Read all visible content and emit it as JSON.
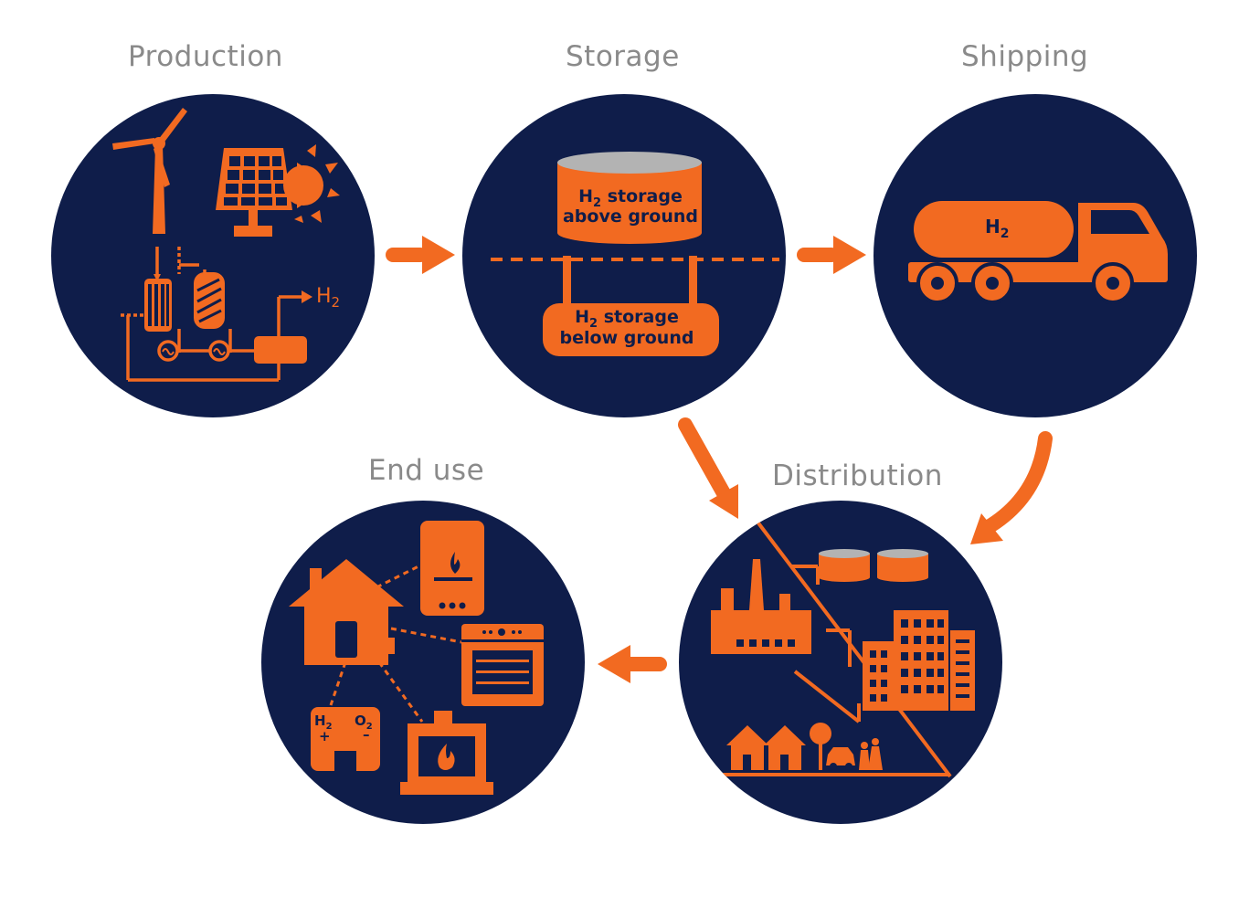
{
  "stages": {
    "production": {
      "title": "Production",
      "output_label": "H2"
    },
    "storage": {
      "title": "Storage",
      "above": {
        "line1_sym": "H",
        "line1_sub": "2",
        "line1_rest": " storage",
        "line2": "above ground"
      },
      "below": {
        "line1_sym": "H",
        "line1_sub": "2",
        "line1_rest": " storage",
        "line2": "below ground"
      }
    },
    "shipping": {
      "title": "Shipping",
      "tank_sym": "H",
      "tank_sub": "2"
    },
    "distribution": {
      "title": "Distribution"
    },
    "end_use": {
      "title": "End use",
      "fuel_cell_h": "H",
      "fuel_cell_h_sub": "2",
      "fuel_cell_o": "O",
      "fuel_cell_o_sub": "2",
      "plus": "+",
      "minus": "–"
    }
  },
  "colors": {
    "navy": "#0f1d4a",
    "orange": "#f26a21",
    "title_gray": "#8a8a8a",
    "tank_top": "#b3b3b3"
  },
  "icons": [
    "wind-turbine-icon",
    "solar-panel-icon",
    "sun-icon",
    "electrolyser-icon",
    "storage-tank-icon",
    "truck-icon",
    "factory-icon",
    "buildings-icon",
    "houses-icon",
    "boiler-icon",
    "oven-icon",
    "fireplace-icon",
    "fuel-cell-icon"
  ]
}
